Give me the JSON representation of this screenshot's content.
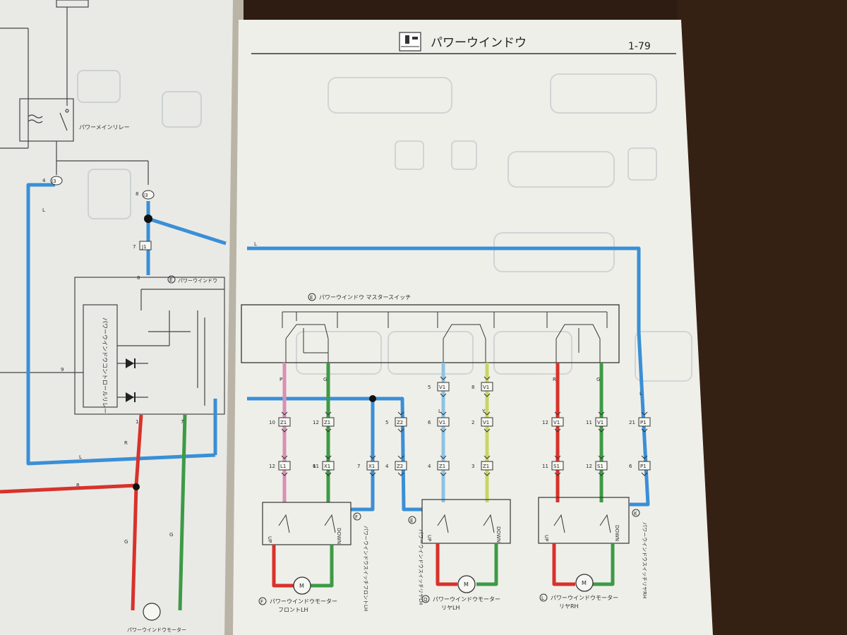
{
  "header": {
    "title": "パワーウインドウ",
    "page_number": "1-79"
  },
  "left_page": {
    "relay_label": "パワーメインリレー",
    "ecu_label": "パワーウインドウコントロールリレー",
    "ecu_letter": "E",
    "ecu_partial_label": "パワーウインドウ",
    "junction_labels": [
      "I3",
      "I3",
      "J1"
    ],
    "pin_labels": [
      "4",
      "8",
      "7",
      "8",
      "9",
      "1",
      "7"
    ],
    "wire_labels": [
      "L",
      "L",
      "R",
      "G",
      "R",
      "G"
    ],
    "bottom_motor_label": "パワーウインドウモーター"
  },
  "right_page": {
    "master_switch": {
      "letter": "E",
      "label": "パワーウインドウ マスタースイッチ"
    },
    "feed_wire_label": "L",
    "connectors": [
      "Z1",
      "Z1",
      "V1",
      "V1",
      "V1",
      "V1",
      "V1",
      "V1",
      "Z1",
      "Z1",
      "Z2",
      "Z2",
      "P1",
      "P1",
      "L1",
      "L1",
      "X1",
      "X1",
      "S1",
      "S1"
    ],
    "pins": [
      "10",
      "12",
      "5",
      "8",
      "12",
      "11",
      "6",
      "2",
      "4",
      "3",
      "5",
      "4",
      "21",
      "6",
      "12",
      "11",
      "7",
      "6",
      "11",
      "12"
    ],
    "wire_labels": [
      "P",
      "G",
      "L",
      "Y",
      "R",
      "G",
      "L"
    ],
    "sub_switches": [
      {
        "letter": "F",
        "label": "パワーウインドウスイッチフロントLH",
        "up": "UP",
        "down": "DOWN"
      },
      {
        "letter": "E",
        "label": "パワーウインドウスイッチリヤLH",
        "up": "UP",
        "down": "DOWN"
      },
      {
        "letter": "K",
        "label": "パワーウインドウスイッチリヤRH",
        "up": "UP",
        "down": "DOWN"
      }
    ],
    "motors": [
      {
        "letter": "F",
        "label": "パワーウインドウモーター",
        "sub": "フロントLH"
      },
      {
        "letter": "Q",
        "label": "パワーウインドウモーター",
        "sub": "リヤLH"
      },
      {
        "letter": "L",
        "label": "パワーウインドウモーター",
        "sub": "リヤRH"
      }
    ]
  },
  "colors": {
    "background": "#2b1a10",
    "paper": "#efefe9",
    "wire_blue": "#3a8fd6",
    "wire_red": "#d8322b",
    "wire_green": "#3d9a45",
    "wire_pink": "#d98fb4",
    "wire_lightblue": "#8cc3e4",
    "wire_yellowgreen": "#c9d665",
    "ink": "#333333"
  }
}
